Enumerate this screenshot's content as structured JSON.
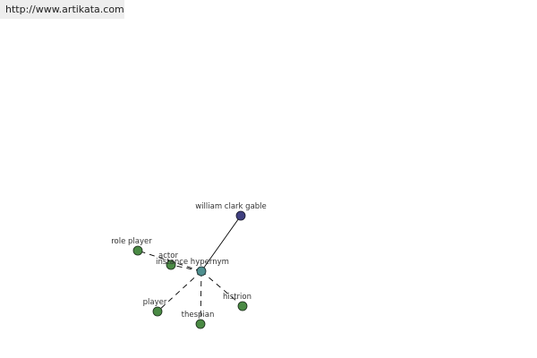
{
  "header": {
    "url": "http://www.artikata.com"
  },
  "colors": {
    "background": "#ffffff",
    "url_bar_bg": "#eeeeee",
    "center_node": "#4f8f8f",
    "target_node": "#404080",
    "leaf_node": "#4a8a44",
    "node_stroke": "#1a2a1a",
    "edge": "#000000"
  },
  "graph": {
    "center": {
      "label": "instance hypernym"
    },
    "nodes": [
      {
        "id": "william-clark-gable",
        "label": "william clark gable",
        "kind": "target"
      },
      {
        "id": "role-player",
        "label": "role player",
        "kind": "leaf"
      },
      {
        "id": "actor",
        "label": "actor",
        "kind": "leaf"
      },
      {
        "id": "player",
        "label": "player",
        "kind": "leaf"
      },
      {
        "id": "thespian",
        "label": "thespian",
        "kind": "leaf"
      },
      {
        "id": "histrion",
        "label": "histrion",
        "kind": "leaf"
      }
    ]
  }
}
